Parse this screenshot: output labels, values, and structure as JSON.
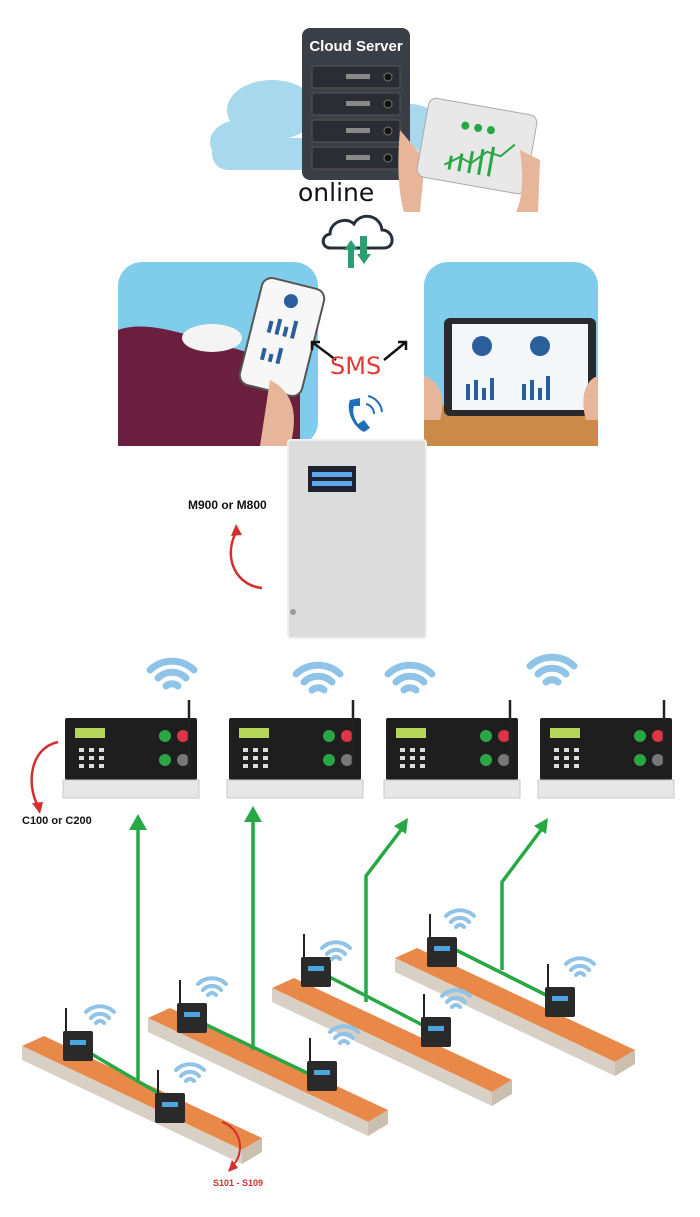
{
  "server": {
    "title": "Cloud Server",
    "status": "online"
  },
  "sms": {
    "label": "SMS"
  },
  "master_unit": {
    "label": "M900 or M800"
  },
  "controllers": {
    "label": "C100 or C200",
    "count": 4
  },
  "sensors": {
    "label": "S101 - S109"
  },
  "colors": {
    "cloud": "#a8d8ec",
    "server": "#3a3f47",
    "sky_panel": "#7fcdea",
    "link_arrow": "#27a844",
    "wifi": "#8fc3e8",
    "roof": "#e8894a",
    "sms": "#e53935",
    "curve_arrow": "#d32f2f"
  }
}
